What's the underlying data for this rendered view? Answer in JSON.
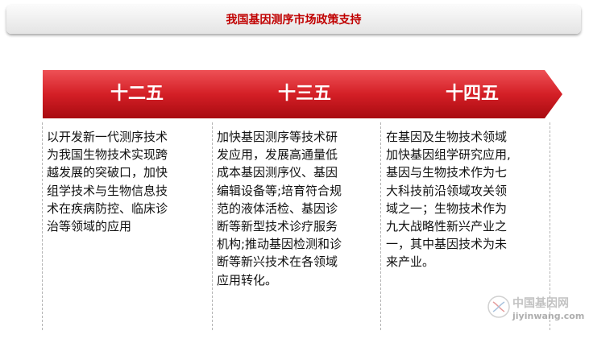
{
  "title": "我国基因测序市场政策支持",
  "stages": [
    {
      "label": "十二五",
      "lines": [
        "以开发新一代测序技术",
        "为我国生物技术实现跨",
        "越发展的突破口，加快",
        "组学技术与生物信息技",
        "术在疾病防控、临床诊",
        "治等领域的应用"
      ]
    },
    {
      "label": "十三五",
      "lines": [
        "加快基因测序等技术研",
        "发应用，发展高通量低",
        "成本基因测序仪、基因",
        "编辑设备等;培育符合规",
        "范的液体活检、基因诊",
        "断等新型技术诊疗服务",
        "机构;推动基因检测和诊",
        "断等新兴技术在各领域",
        "应用转化。"
      ]
    },
    {
      "label": "十四五",
      "lines": [
        "在基因及生物技术领域",
        "加快基因组学研究应用,",
        "基因与生物技术作为七",
        "大科技前沿领域攻关领",
        "域之一；生物技术作为",
        "九大战略性新兴产业之",
        "一，其中基因技术为未",
        "来产业。"
      ]
    }
  ],
  "watermark": {
    "cn": "中国基因网",
    "en": "jiyinwang.com"
  },
  "colors": {
    "accent": "#c00000",
    "arrow_light": "#e8454a",
    "arrow_dark": "#b30e14"
  }
}
